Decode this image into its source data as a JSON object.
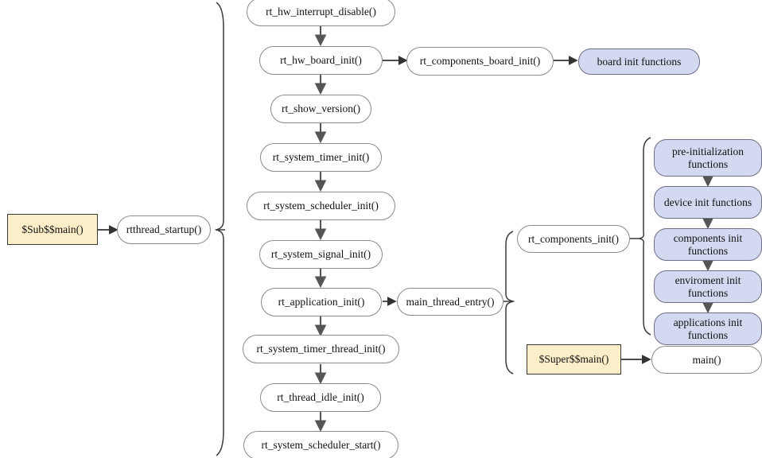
{
  "diagram": {
    "title": "RT-Thread startup sequence flowchart",
    "type": "flowchart",
    "background": "#ffffff",
    "colors": {
      "rounded_fill": "#ffffff",
      "rounded_stroke": "#8a8a8a",
      "blue_fill": "#d3d9f0",
      "blue_stroke": "#6f6f84",
      "rect_fill": "#fceec8",
      "rect_stroke": "#3a3a3a",
      "edge_stroke": "#555555",
      "brace_stroke": "#3a3a3a"
    }
  },
  "nodes": {
    "sub_main": "$Sub$$main()",
    "rtthread_startup": "rtthread_startup()",
    "hw_interrupt_disable": "rt_hw_interrupt_disable()",
    "hw_board_init": "rt_hw_board_init()",
    "show_version": "rt_show_version()",
    "system_timer_init": "rt_system_timer_init()",
    "system_scheduler_init": "rt_system_scheduler_init()",
    "system_signal_init": "rt_system_signal_init()",
    "application_init": "rt_application_init()",
    "system_timer_thread_init": "rt_system_timer_thread_init()",
    "thread_idle_init": "rt_thread_idle_init()",
    "system_scheduler_start": "rt_system_scheduler_start()",
    "components_board_init": "rt_components_board_init()",
    "board_init_functions": "board init functions",
    "main_thread_entry": "main_thread_entry()",
    "components_init": "rt_components_init()",
    "pre_initialization_functions": "pre-initialization\nfunctions",
    "device_init_functions": "device init functions",
    "components_init_functions": "components init\nfunctions",
    "enviroment_init_functions": "enviroment init\nfunctions",
    "applications_init_functions": "applications init\nfunctions",
    "super_main": "$Super$$main()",
    "main": "main()"
  }
}
